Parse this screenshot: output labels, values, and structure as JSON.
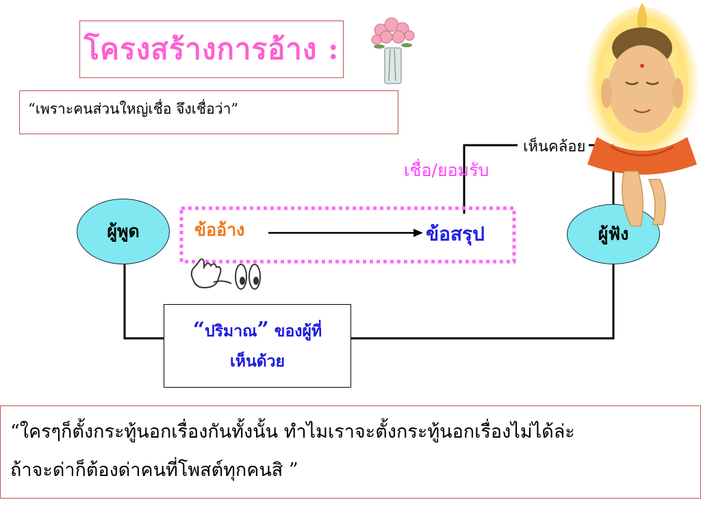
{
  "title": "โครงสร้างการอ้าง :",
  "quote_top": "“เพราะคนส่วนใหญ่เชื่อ  จึงเชื่อว่า”",
  "speaker": "ผู้พูด",
  "listener": "ผู้ฟัง",
  "premise": "ข้ออ้าง",
  "conclusion": "ข้อสรุป",
  "believe_accept": "เชื่อ/ยอมรับ",
  "agree": "เห็นคล้อย",
  "quantity": {
    "open_quote": "“",
    "word": "ปริมาณ",
    "close_quote": "”",
    "rest": " ของผู้ที่",
    "line2": "เห็นด้วย"
  },
  "bottom_quote": {
    "line1": "“ใครๆก็ตั้งกระทู้นอกเรื่องกันทั้งนั้น ทำไมเราจะตั้งกระทู้นอกเรื่องไม่ได้ล่ะ",
    "line2": "ถ้าจะด่าก็ต้องด่าคนที่โพสต์ทุกคนสิ ”"
  },
  "colors": {
    "title": "#ff5fd2",
    "premise": "#f07818",
    "conclusion": "#2020e0",
    "believe": "#ff40ff",
    "ellipse_fill": "#7fe8f0",
    "dotted_frame": "#ff66ff",
    "box_border": "#c0504d"
  },
  "icons": [
    "flower-vase-icon",
    "buddha-icon",
    "hand-pointing-icon"
  ]
}
